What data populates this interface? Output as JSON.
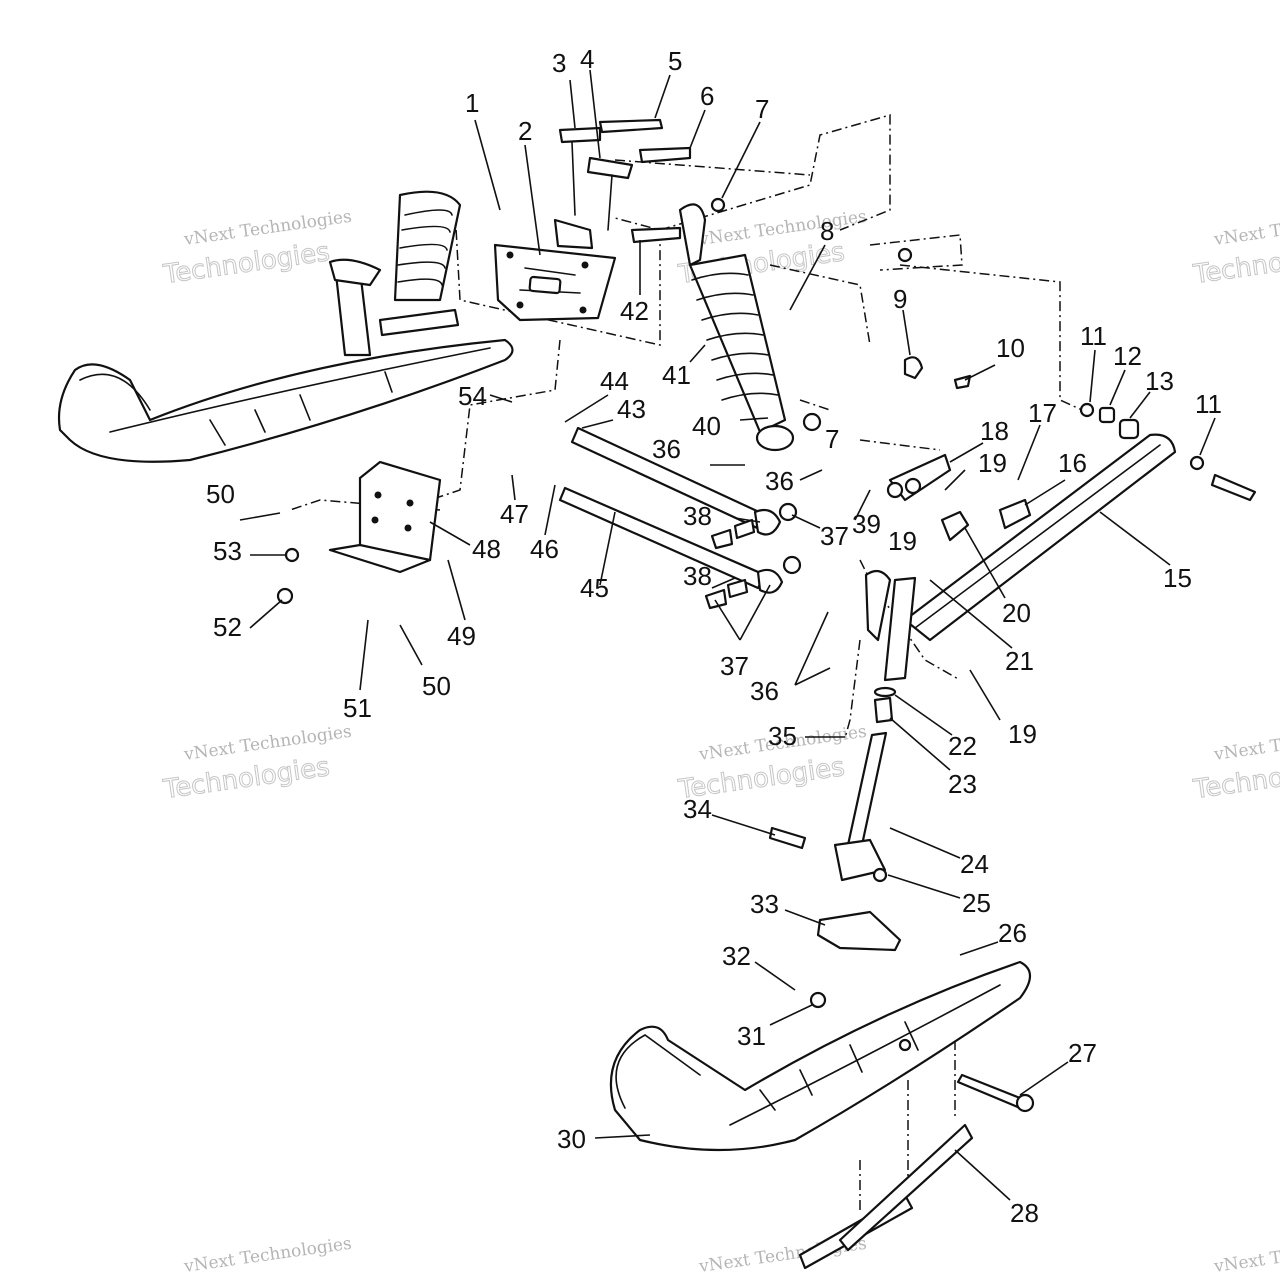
{
  "watermark": {
    "line1": "vNext Technologies",
    "line2": "Technologies"
  },
  "callouts": [
    {
      "id": "c1",
      "text": "1"
    },
    {
      "id": "c2",
      "text": "2"
    },
    {
      "id": "c3",
      "text": "3"
    },
    {
      "id": "c4",
      "text": "4"
    },
    {
      "id": "c5",
      "text": "5"
    },
    {
      "id": "c6",
      "text": "6"
    },
    {
      "id": "c7a",
      "text": "7"
    },
    {
      "id": "c7b",
      "text": "7"
    },
    {
      "id": "c8",
      "text": "8"
    },
    {
      "id": "c9",
      "text": "9"
    },
    {
      "id": "c10",
      "text": "10"
    },
    {
      "id": "c11a",
      "text": "11"
    },
    {
      "id": "c11b",
      "text": "11"
    },
    {
      "id": "c12",
      "text": "12"
    },
    {
      "id": "c13",
      "text": "13"
    },
    {
      "id": "c15",
      "text": "15"
    },
    {
      "id": "c16",
      "text": "16"
    },
    {
      "id": "c17",
      "text": "17"
    },
    {
      "id": "c18",
      "text": "18"
    },
    {
      "id": "c19a",
      "text": "19"
    },
    {
      "id": "c19b",
      "text": "19"
    },
    {
      "id": "c19c",
      "text": "19"
    },
    {
      "id": "c20",
      "text": "20"
    },
    {
      "id": "c21",
      "text": "21"
    },
    {
      "id": "c22",
      "text": "22"
    },
    {
      "id": "c23",
      "text": "23"
    },
    {
      "id": "c24",
      "text": "24"
    },
    {
      "id": "c25",
      "text": "25"
    },
    {
      "id": "c26",
      "text": "26"
    },
    {
      "id": "c27",
      "text": "27"
    },
    {
      "id": "c28",
      "text": "28"
    },
    {
      "id": "c30",
      "text": "30"
    },
    {
      "id": "c31",
      "text": "31"
    },
    {
      "id": "c32",
      "text": "32"
    },
    {
      "id": "c33",
      "text": "33"
    },
    {
      "id": "c34",
      "text": "34"
    },
    {
      "id": "c35",
      "text": "35"
    },
    {
      "id": "c36a",
      "text": "36"
    },
    {
      "id": "c36b",
      "text": "36"
    },
    {
      "id": "c36c",
      "text": "36"
    },
    {
      "id": "c37a",
      "text": "37"
    },
    {
      "id": "c37b",
      "text": "37"
    },
    {
      "id": "c38a",
      "text": "38"
    },
    {
      "id": "c38b",
      "text": "38"
    },
    {
      "id": "c39",
      "text": "39"
    },
    {
      "id": "c40",
      "text": "40"
    },
    {
      "id": "c41",
      "text": "41"
    },
    {
      "id": "c42",
      "text": "42"
    },
    {
      "id": "c43",
      "text": "43"
    },
    {
      "id": "c44",
      "text": "44"
    },
    {
      "id": "c45",
      "text": "45"
    },
    {
      "id": "c46",
      "text": "46"
    },
    {
      "id": "c47",
      "text": "47"
    },
    {
      "id": "c48",
      "text": "48"
    },
    {
      "id": "c49",
      "text": "49"
    },
    {
      "id": "c50a",
      "text": "50"
    },
    {
      "id": "c50b",
      "text": "50"
    },
    {
      "id": "c51",
      "text": "51"
    },
    {
      "id": "c52",
      "text": "52"
    },
    {
      "id": "c53",
      "text": "53"
    },
    {
      "id": "c54",
      "text": "54"
    }
  ]
}
